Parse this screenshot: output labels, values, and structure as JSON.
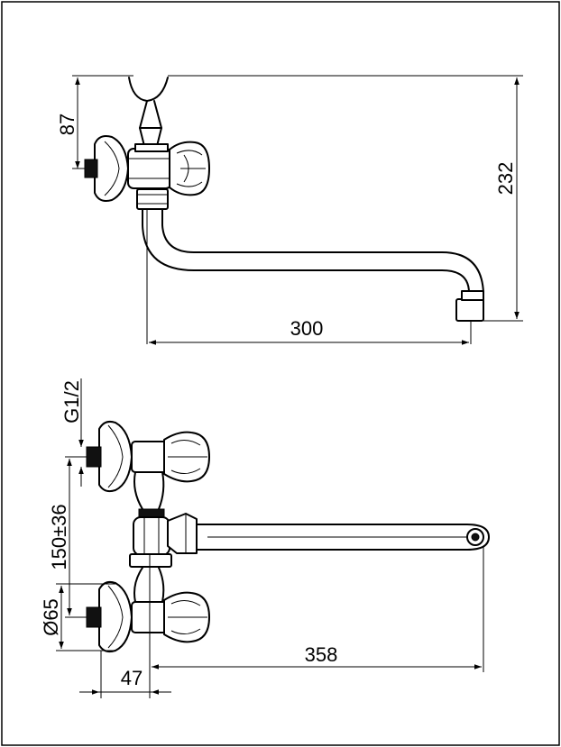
{
  "dimensions": {
    "top_view": {
      "height_to_axis": "87",
      "total_height": "232",
      "spout_reach": "300"
    },
    "front_view": {
      "thread": "G1/2",
      "spacing": "150±36",
      "rosette_diameter": "Ø65",
      "wall_offset": "47",
      "spout_length": "358"
    }
  }
}
